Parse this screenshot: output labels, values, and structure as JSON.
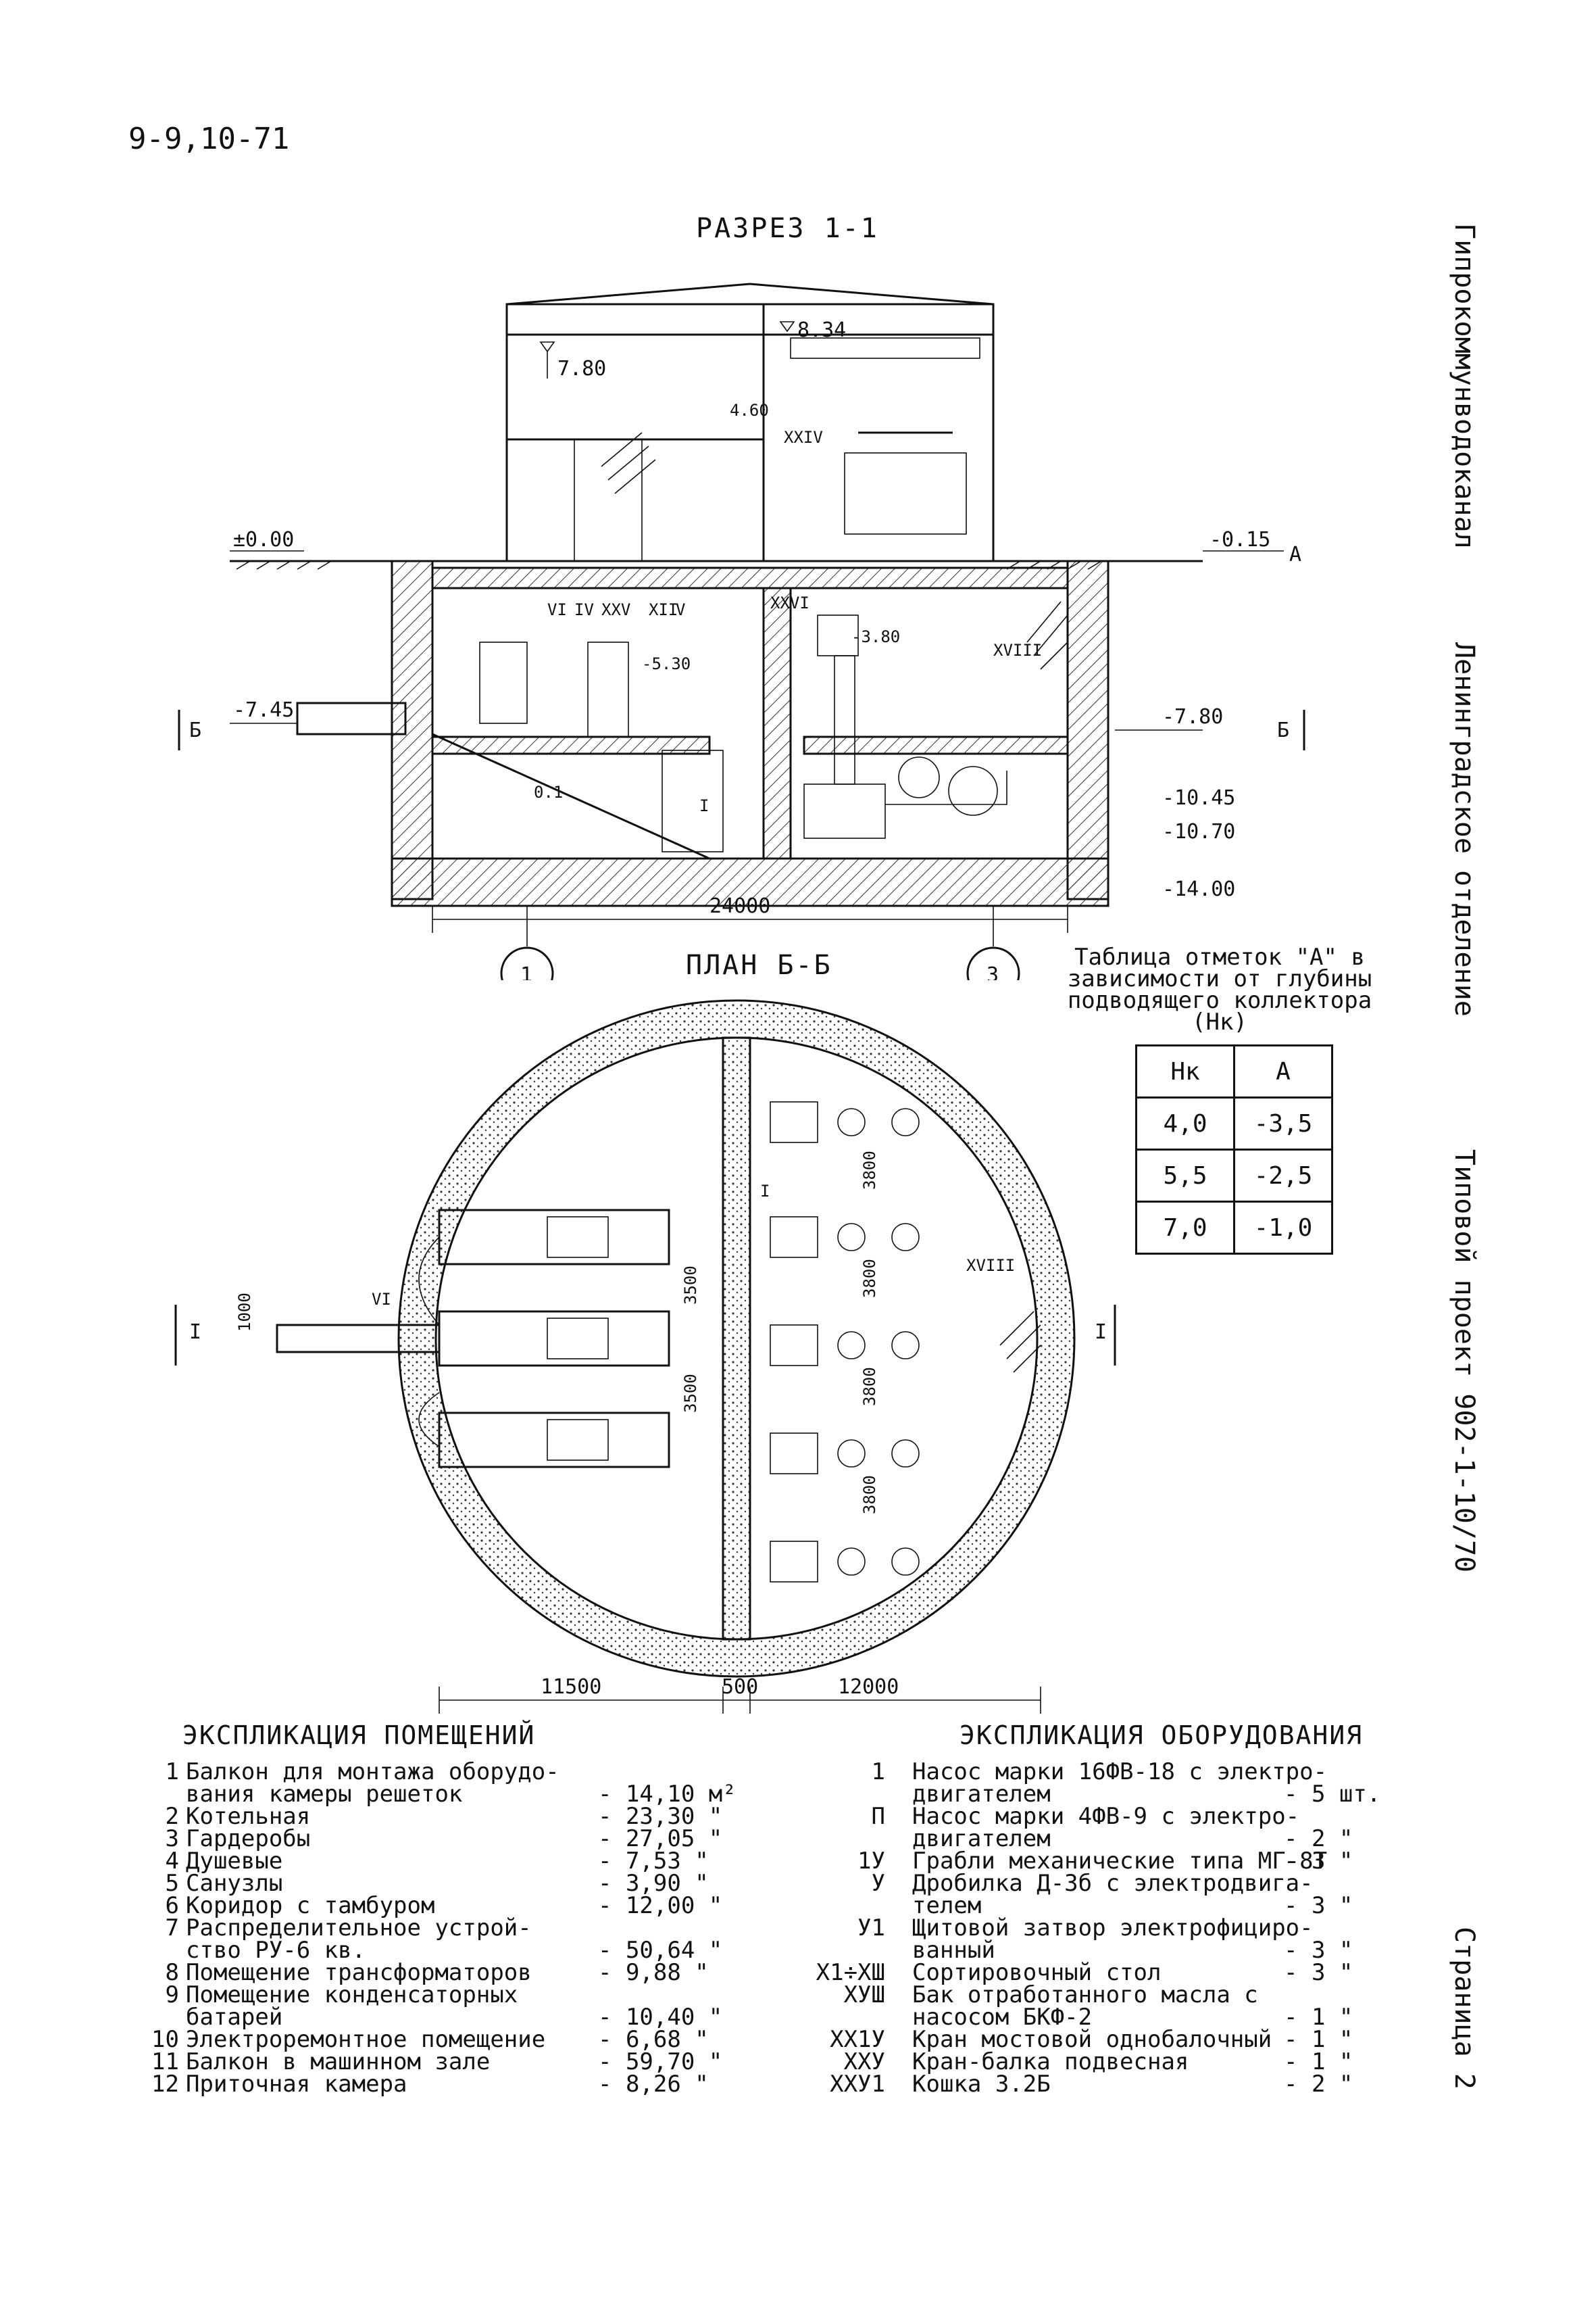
{
  "sheet_code": "9-9,10-71",
  "section_title": "РАЗРЕЗ 1-1",
  "plan_title": "ПЛАН Б-Б",
  "section_labels": {
    "elev_top": "7.80",
    "elev_crane": "8.34",
    "elev_460": "4.60",
    "elev_000": "±0.00",
    "elev_015": "-0.15",
    "mark_a": "А",
    "elev_530": "-5.30",
    "elev_380": "-3.80",
    "elev_745": "-7.45",
    "elev_780": "-7.80",
    "elev_1045": "-10.45",
    "elev_1070": "-10.70",
    "elev_1400": "-14.00",
    "slope": "0.1",
    "dim_24000": "24000",
    "cut_b": "Б",
    "axis_1": "1",
    "axis_3": "3",
    "roman_vi": "VI",
    "roman_iv": "IV",
    "roman_xxv": "XXV",
    "roman_xii": "XII",
    "roman_v": "V",
    "roman_xxvi": "XXVI",
    "roman_xxiv": "XXIV",
    "roman_xviii": "XVIII",
    "roman_i": "I"
  },
  "plan_labels": {
    "cut_i": "I",
    "dim_1000": "1000",
    "dim_3500a": "3500",
    "dim_3500b": "3500",
    "dim_3800a": "3800",
    "dim_3800b": "3800",
    "dim_3800c": "3800",
    "dim_3800d": "3800",
    "dim_11500": "11500",
    "dim_500": "500",
    "dim_12000": "12000",
    "roman_vi": "VI",
    "roman_xviii": "XVIII",
    "roman_i": "I"
  },
  "marks_table": {
    "caption": "Таблица отметок \"А\" в зависимости от глубины подводящего коллектора (Нк)",
    "headers": [
      "Нк",
      "А"
    ],
    "rows": [
      [
        "4,0",
        "-3,5"
      ],
      [
        "5,5",
        "-2,5"
      ],
      [
        "7,0",
        "-1,0"
      ]
    ]
  },
  "rooms": {
    "title": "ЭКСПЛИКАЦИЯ ПОМЕЩЕНИЙ",
    "items": [
      {
        "num": "1",
        "lines": [
          "Балкон для монтажа оборудо-",
          "вания камеры решеток"
        ],
        "val": "- 14,10 м²"
      },
      {
        "num": "2",
        "lines": [
          "Котельная"
        ],
        "val": "- 23,30 \""
      },
      {
        "num": "3",
        "lines": [
          "Гардеробы"
        ],
        "val": "- 27,05 \""
      },
      {
        "num": "4",
        "lines": [
          "Душевые"
        ],
        "val": "- 7,53 \""
      },
      {
        "num": "5",
        "lines": [
          "Санузлы"
        ],
        "val": "- 3,90 \""
      },
      {
        "num": "6",
        "lines": [
          "Коридор с тамбуром"
        ],
        "val": "- 12,00 \""
      },
      {
        "num": "7",
        "lines": [
          "Распределительное устрой-",
          "ство РУ-6 кв."
        ],
        "val": "- 50,64 \""
      },
      {
        "num": "8",
        "lines": [
          "Помещение трансформаторов"
        ],
        "val": "- 9,88 \""
      },
      {
        "num": "9",
        "lines": [
          "Помещение конденсаторных",
          "батарей"
        ],
        "val": "- 10,40 \""
      },
      {
        "num": "10",
        "lines": [
          "Электроремонтное помещение"
        ],
        "val": "- 6,68 \""
      },
      {
        "num": "11",
        "lines": [
          "Балкон в машинном зале"
        ],
        "val": "- 59,70 \""
      },
      {
        "num": "12",
        "lines": [
          "Приточная камера"
        ],
        "val": "- 8,26 \""
      }
    ]
  },
  "equipment": {
    "title": "ЭКСПЛИКАЦИЯ ОБОРУДОВАНИЯ",
    "items": [
      {
        "code": "1",
        "lines": [
          "Насос марки 16ФВ-18 с электро-",
          "двигателем"
        ],
        "qty": "- 5 шт."
      },
      {
        "code": "П",
        "lines": [
          "Насос марки 4ФВ-9 с электро-",
          "двигателем"
        ],
        "qty": "- 2 \""
      },
      {
        "code": "1У",
        "lines": [
          "Грабли механические типа МГ-8Т"
        ],
        "qty": "- 3 \""
      },
      {
        "code": "У",
        "lines": [
          "Дробилка Д-3б с электродвига-",
          "телем"
        ],
        "qty": "- 3 \""
      },
      {
        "code": "У1",
        "lines": [
          "Щитовой затвор электрофициро-",
          "ванный"
        ],
        "qty": "- 3 \""
      },
      {
        "code": "Х1÷ХШ",
        "lines": [
          "Сортировочный стол"
        ],
        "qty": "- 3 \""
      },
      {
        "code": "ХУШ",
        "lines": [
          "Бак отработанного масла с",
          "насосом БКФ-2"
        ],
        "qty": "- 1 \""
      },
      {
        "code": "ХХ1У",
        "lines": [
          "Кран мостовой однобалочный"
        ],
        "qty": "- 1 \""
      },
      {
        "code": "ХХУ",
        "lines": [
          "Кран-балка подвесная"
        ],
        "qty": "- 1 \""
      },
      {
        "code": "ХХУ1",
        "lines": [
          "Кошка 3.2Б"
        ],
        "qty": "- 2 \""
      }
    ]
  },
  "stamps": {
    "org": "Гипрокоммунводоканал",
    "branch": "Ленинградское отделение",
    "project": "Типовой проект 902-1-10/70",
    "page": "Страница 2"
  }
}
